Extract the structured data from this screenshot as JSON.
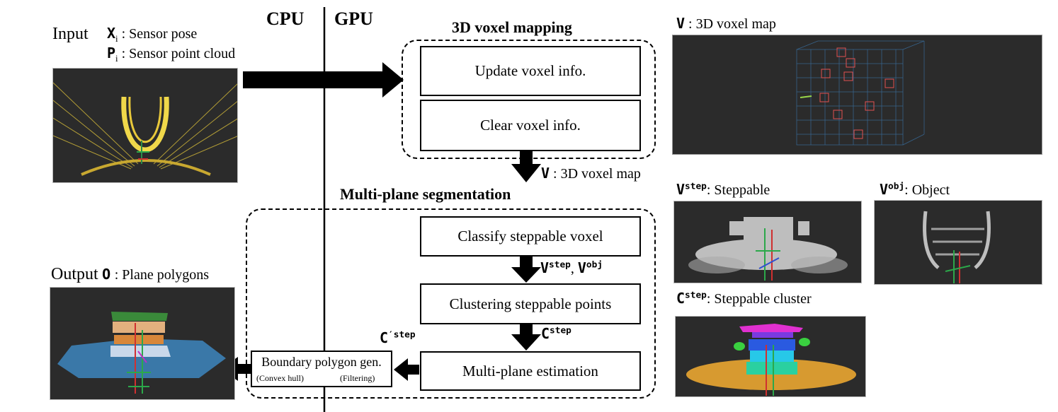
{
  "header": {
    "cpu": "CPU",
    "gpu": "GPU"
  },
  "input": {
    "title": "Input",
    "pose_symbol": "X",
    "pose_sub": "i",
    "pose_text": ": Sensor pose",
    "cloud_symbol": "P",
    "cloud_sub": "i",
    "cloud_text": ": Sensor point cloud"
  },
  "output": {
    "title": "Output",
    "symbol": "O",
    "text": ": Plane polygons"
  },
  "mapping": {
    "title": "3D voxel mapping",
    "update": "Update voxel info.",
    "clear": "Clear voxel info.",
    "arrow_symbol": "V",
    "arrow_text": ": 3D voxel map"
  },
  "segmentation": {
    "title": "Multi-plane segmentation",
    "classify": "Classify steppable voxel",
    "cluster": "Clustering steppable points",
    "estimate": "Multi-plane estimation",
    "boundary": "Boundary polygon gen.",
    "convex": "(Convex hull)",
    "filtering": "(Filtering)",
    "v_sym": "V",
    "v_step_sup": "step",
    "v_obj_sup": "obj",
    "c_sym": "C",
    "c_step_sup": "step",
    "c_prime_sup": "′step"
  },
  "side": {
    "map_symbol": "V",
    "map_text": ": 3D voxel map",
    "step_symbol": "V",
    "step_sup": "step",
    "step_text": ": Steppable",
    "obj_symbol": "V",
    "obj_sup": "obj",
    "obj_text": ": Object",
    "cluster_symbol": "C",
    "cluster_sup": "step",
    "cluster_text": ": Steppable cluster"
  },
  "colors": {
    "accent_yellow": "#e0c33a",
    "voxel_blue": "#3f8fd8",
    "cluster_orange": "#e0a030"
  }
}
